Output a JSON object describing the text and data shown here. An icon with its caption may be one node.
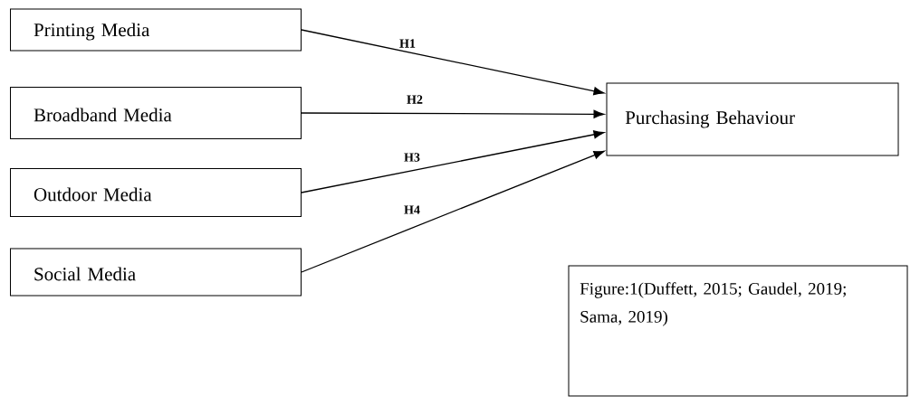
{
  "diagram": {
    "nodes": [
      {
        "text": [
          "Printing Media"
        ]
      },
      {
        "text": [
          "Broadband Media"
        ]
      },
      {
        "text": [
          "Outdoor Media"
        ]
      },
      {
        "text": [
          "Social Media"
        ]
      },
      {
        "text": [
          "Purchasing Behaviour"
        ]
      },
      {
        "text": [
          "Figure:1(Duffett, 2015; Gaudel, 2019; Sama, 2019)"
        ]
      }
    ],
    "edges": [
      {
        "from": 0,
        "to": 4,
        "arrow": "to",
        "label": "H1"
      },
      {
        "from": 1,
        "to": 4,
        "arrow": "to",
        "label": "H2"
      },
      {
        "from": 2,
        "to": 4,
        "arrow": "to",
        "label": "H3"
      },
      {
        "from": 3,
        "to": 4,
        "arrow": "to",
        "label": "H4"
      }
    ]
  }
}
